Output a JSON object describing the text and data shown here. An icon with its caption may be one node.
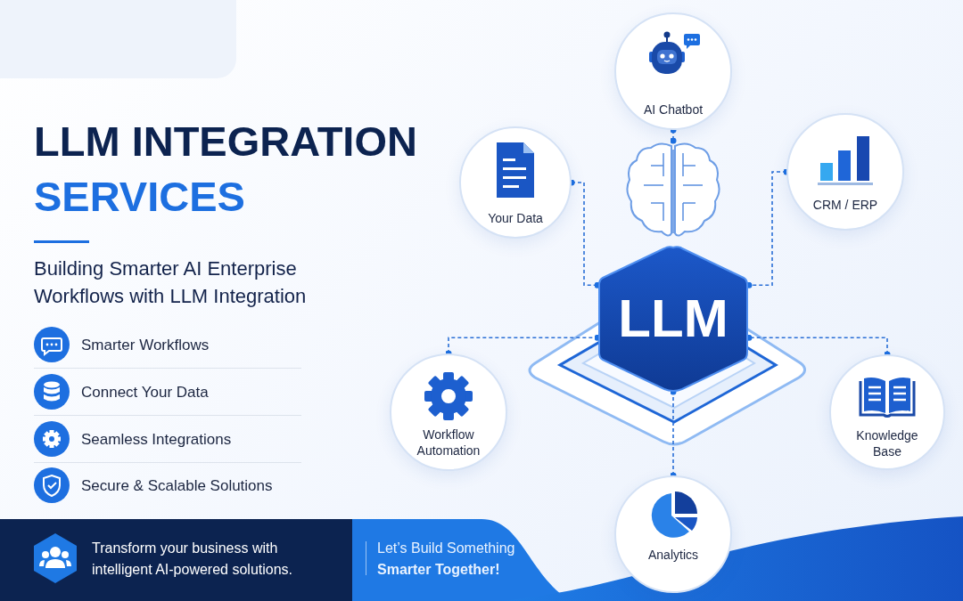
{
  "diagram": {
    "title": "LLM INTEGRATION",
    "nodes": [
      {
        "text": [
          "AI Chatbot"
        ]
      },
      {
        "text": [
          "Your Data"
        ]
      },
      {
        "text": [
          "CRM / ERP"
        ]
      },
      {
        "text": [],
        "shape": "picture"
      },
      {
        "text": [
          "LLM"
        ]
      },
      {
        "text": [
          "Workflow Automation"
        ]
      },
      {
        "text": [
          "Knowledge Base"
        ]
      },
      {
        "text": [
          "Analytics"
        ]
      }
    ],
    "edges": [
      {
        "from": 0,
        "to": 3,
        "arrow": "other",
        "style": "dashed"
      },
      {
        "from": 1,
        "to": 4,
        "arrow": "other",
        "style": "dashed"
      },
      {
        "from": 2,
        "to": 4,
        "arrow": "other",
        "style": "dashed"
      },
      {
        "from": 5,
        "to": 4,
        "arrow": "other",
        "style": "dashed"
      },
      {
        "from": 6,
        "to": 4,
        "arrow": "other",
        "style": "dashed"
      },
      {
        "from": 7,
        "to": 4,
        "arrow": "other",
        "style": "dashed"
      }
    ],
    "labels": [
      "SERVICES",
      "Building Smarter AI Enterprise Workflows with LLM Integration",
      "Smarter Workflows",
      "Connect Your Data",
      "Seamless Integrations",
      "Secure & Scalable Solutions",
      "Transform your business with intelligent AI-powered solutions.",
      "Let’s Build Something **Smarter Together!**"
    ]
  }
}
